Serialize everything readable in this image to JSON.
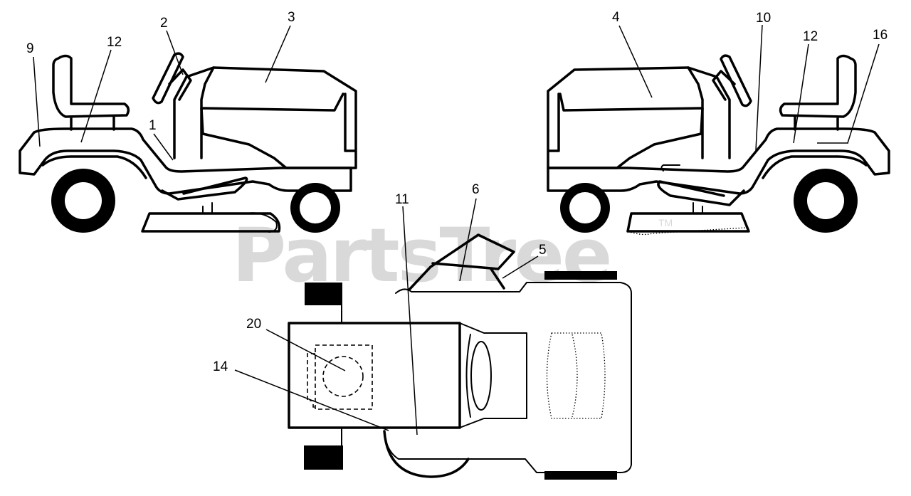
{
  "watermark": {
    "text": "PartsTree",
    "trademark": "TM"
  },
  "callouts": [
    {
      "id": "1",
      "label": "1"
    },
    {
      "id": "2",
      "label": "2"
    },
    {
      "id": "3",
      "label": "3"
    },
    {
      "id": "4",
      "label": "4"
    },
    {
      "id": "5",
      "label": "5"
    },
    {
      "id": "6",
      "label": "6"
    },
    {
      "id": "9",
      "label": "9"
    },
    {
      "id": "10",
      "label": "10"
    },
    {
      "id": "11",
      "label": "11"
    },
    {
      "id": "12a",
      "label": "12"
    },
    {
      "id": "12b",
      "label": "12"
    },
    {
      "id": "14",
      "label": "14"
    },
    {
      "id": "16",
      "label": "16"
    },
    {
      "id": "20",
      "label": "20"
    }
  ]
}
